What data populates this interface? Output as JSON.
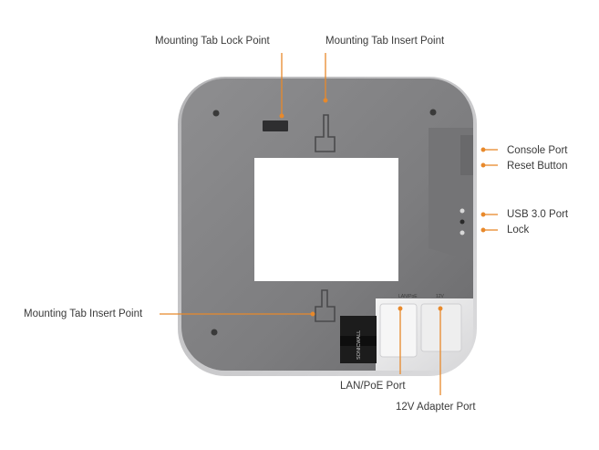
{
  "callouts": {
    "mounting_tab_lock_point": "Mounting Tab Lock Point",
    "mounting_tab_insert_point_top": "Mounting Tab Insert Point",
    "mounting_tab_insert_point_left": "Mounting Tab Insert Point",
    "console_port": "Console Port",
    "reset_button": "Reset Button",
    "usb_port": "USB 3.0 Port",
    "lock": "Lock",
    "lan_poe_port": "LAN/PoE Port",
    "adapter_port": "12V Adapter Port"
  },
  "device": {
    "brand_text": "SONICWALL",
    "port_labels": [
      "LAN/PoE",
      "12V"
    ]
  },
  "colors": {
    "leader_line": "#e8892b",
    "body": "#8a8a8c",
    "body_dark": "#6c6c6e",
    "window": "#ffffff",
    "text": "#3a3a3a"
  }
}
